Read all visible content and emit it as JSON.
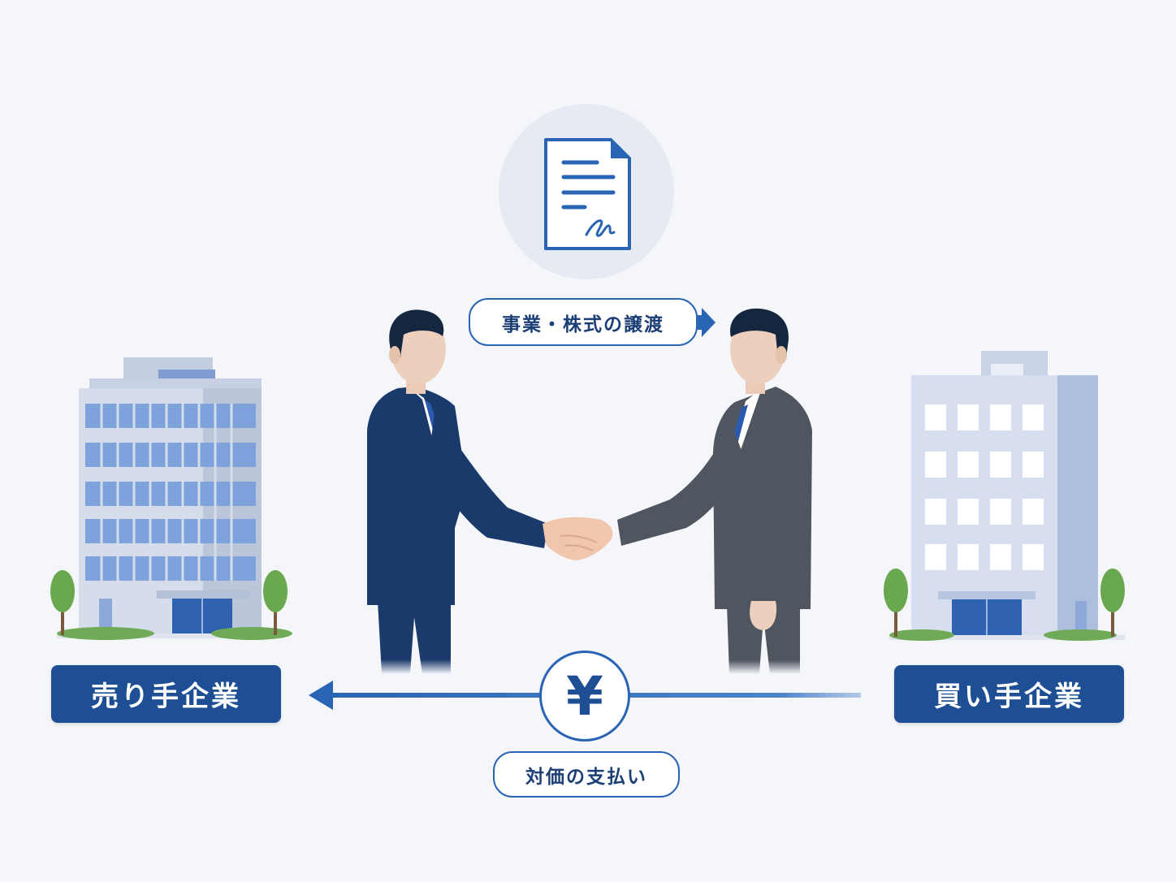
{
  "seller": {
    "label": "売り手企業"
  },
  "buyer": {
    "label": "買い手企業"
  },
  "transfer": {
    "label": "事業・株式の譲渡"
  },
  "payment": {
    "label": "対価の支払い",
    "symbol": "¥"
  },
  "colors": {
    "background": "#f4f6fa",
    "navy": "#1e4f94",
    "accent": "#2a64b4",
    "text": "#1c3f76"
  },
  "icons": [
    "document-signature-icon",
    "yen-icon",
    "handshake-illustration",
    "office-building-icon",
    "tree-icon"
  ]
}
